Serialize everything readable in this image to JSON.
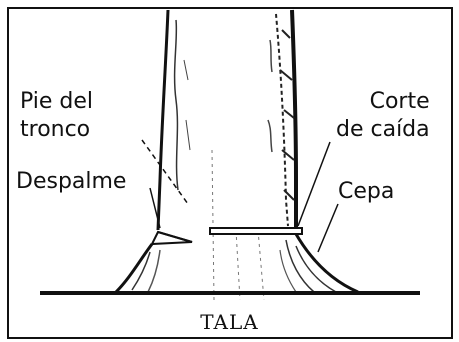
{
  "labels": {
    "pie_del_tronco": [
      "Pie del",
      "tronco"
    ],
    "despalme": "Despalme",
    "corte_de_caida": [
      "Corte",
      "de caída"
    ],
    "cepa": "Cepa"
  },
  "caption": "TALA",
  "colors": {
    "ink": "#111111",
    "background": "#ffffff",
    "hatch": "#555555"
  }
}
